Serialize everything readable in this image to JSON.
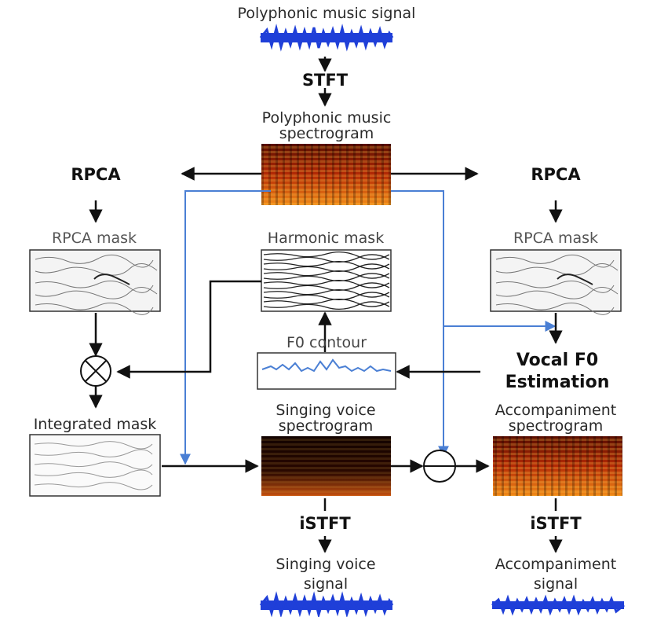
{
  "input": {
    "signal_label": "Polyphonic music signal",
    "stft_label": "STFT",
    "spectrogram_label_line1": "Polyphonic music",
    "spectrogram_label_line2": "spectrogram"
  },
  "left_branch": {
    "rpca_label": "RPCA",
    "mask_label": "RPCA mask",
    "integrated_label": "Integrated mask"
  },
  "right_branch": {
    "rpca_label": "RPCA",
    "mask_label": "RPCA mask",
    "f0_est_line1": "Vocal F0",
    "f0_est_line2": "Estimation"
  },
  "middle": {
    "harmonic_label": "Harmonic mask",
    "f0_contour_label": "F0 contour"
  },
  "outputs": {
    "voice_spec_line1": "Singing voice",
    "voice_spec_line2": "spectrogram",
    "accomp_spec_line1": "Accompaniment",
    "accomp_spec_line2": "spectrogram",
    "voice_istft": "iSTFT",
    "accomp_istft": "iSTFT",
    "voice_signal_line1": "Singing voice",
    "voice_signal_line2": "signal",
    "accomp_signal_line1": "Accompaniment",
    "accomp_signal_line2": "signal"
  },
  "colors": {
    "arrow": "#111111",
    "blue_line": "#4a7fd4",
    "waveform": "#1f3fd8",
    "spectrogram_dark": "#2a0a00",
    "spectrogram_bright": "#f07a10"
  },
  "icons": [
    "multiply-node-icon",
    "subtract-node-icon"
  ]
}
